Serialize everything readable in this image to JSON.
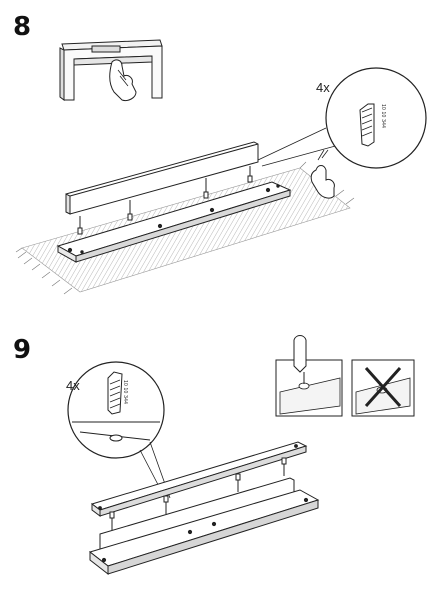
{
  "steps": [
    {
      "number": "8",
      "dowel_quantity": "4x",
      "part_number": "10 10 344"
    },
    {
      "number": "9",
      "dowel_quantity": "4x",
      "part_number": "10 10 344"
    }
  ]
}
